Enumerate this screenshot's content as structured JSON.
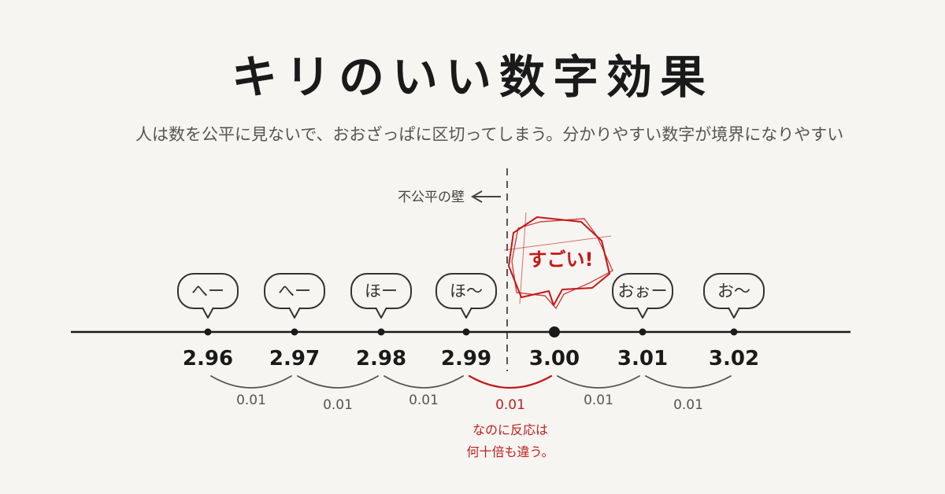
{
  "title": "キリのいい数字効果",
  "subtitle": "人は数を公平に見ないで、おおざっぱに区切ってしまう。分かりやすい数字が境界になりやすい",
  "wall_label": "不公平の壁",
  "wow_bubble": "すごい!",
  "note_lines": [
    "なのに反応は",
    "何十倍も違う。"
  ],
  "colors": {
    "accent": "#c41818",
    "ink": "#1a1a1a",
    "muted": "#555555",
    "background": "#f6f5f1"
  },
  "ticks": [
    {
      "label": "2.96",
      "reaction": "へー",
      "highlight": false
    },
    {
      "label": "2.97",
      "reaction": "へー",
      "highlight": false
    },
    {
      "label": "2.98",
      "reaction": "ほー",
      "highlight": false
    },
    {
      "label": "2.99",
      "reaction": "ほ〜",
      "highlight": false
    },
    {
      "label": "3.00",
      "reaction": "",
      "highlight": true
    },
    {
      "label": "3.01",
      "reaction": "おぉー",
      "highlight": false
    },
    {
      "label": "3.02",
      "reaction": "お〜",
      "highlight": false
    }
  ],
  "gaps": [
    {
      "label": "0.01",
      "highlight": false
    },
    {
      "label": "0.01",
      "highlight": false
    },
    {
      "label": "0.01",
      "highlight": false
    },
    {
      "label": "0.01",
      "highlight": true
    },
    {
      "label": "0.01",
      "highlight": false
    },
    {
      "label": "0.01",
      "highlight": false
    }
  ]
}
